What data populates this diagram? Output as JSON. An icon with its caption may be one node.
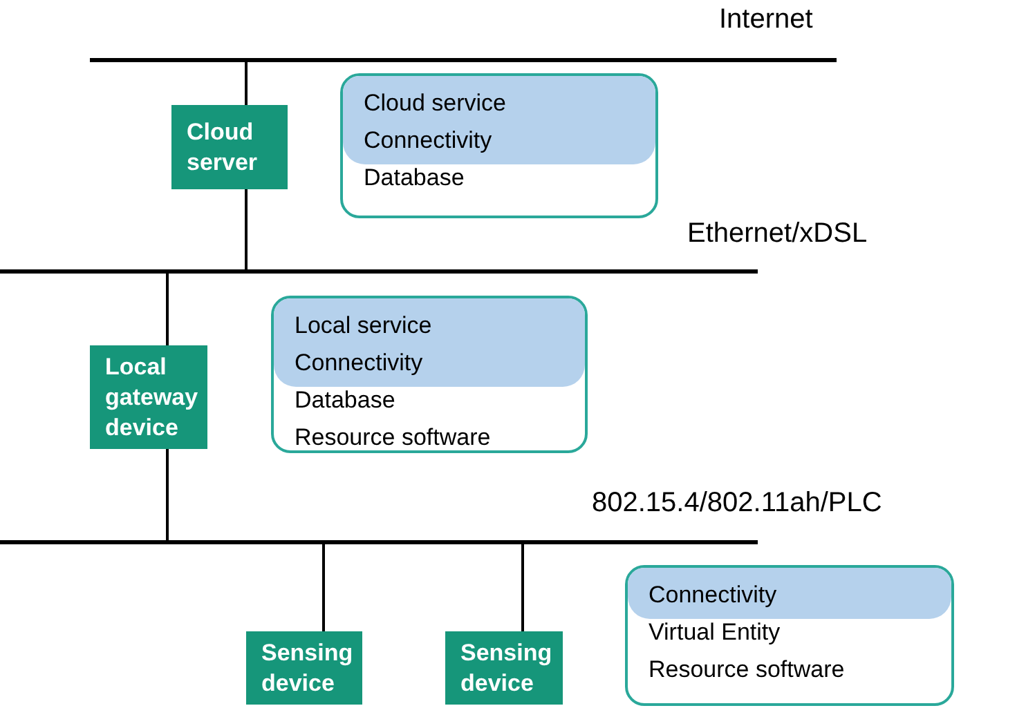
{
  "diagram": {
    "nodes": [
      {
        "text": [],
        "shape": "bar",
        "beside": [
          "Internet"
        ]
      },
      {
        "text": [
          "Cloud server"
        ]
      },
      {
        "text": [
          "Cloud service",
          "Connectivity",
          "Database"
        ]
      },
      {
        "text": [],
        "shape": "bar",
        "beside": [
          "Ethernet/xDSL"
        ]
      },
      {
        "text": [
          "Local gateway device"
        ]
      },
      {
        "text": [
          "Local service",
          "Connectivity",
          "Database",
          "Resource software"
        ]
      },
      {
        "text": [],
        "shape": "bar",
        "beside": [
          "802.15.4/802.11ah/PLC"
        ]
      },
      {
        "text": [
          "Sensing device"
        ]
      },
      {
        "text": [
          "Sensing device"
        ]
      },
      {
        "text": [
          "Connectivity",
          "Virtual Entity",
          "Resource software"
        ]
      }
    ],
    "edges": [
      {
        "from": 1,
        "to": 0,
        "arrow": "none"
      },
      {
        "from": 1,
        "to": 3,
        "arrow": "none"
      },
      {
        "from": 4,
        "to": 3,
        "arrow": "none"
      },
      {
        "from": 4,
        "to": 6,
        "arrow": "none"
      },
      {
        "from": 7,
        "to": 6,
        "arrow": "none"
      },
      {
        "from": 8,
        "to": 6,
        "arrow": "none"
      }
    ]
  }
}
